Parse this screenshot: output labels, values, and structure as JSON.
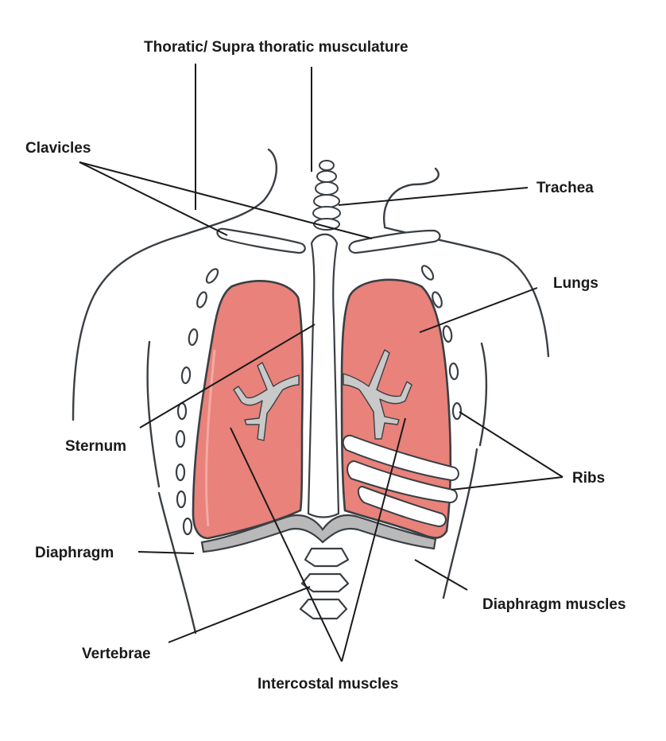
{
  "colors": {
    "lung": "#e8827a",
    "diaphragm": "#b9b9b9",
    "outline": "#3a3f44"
  },
  "labels": {
    "thoratic": "Thoratic/ Supra thoratic musculature",
    "clavicles": "Clavicles",
    "trachea": "Trachea",
    "lungs": "Lungs",
    "sternum": "Sternum",
    "ribs": "Ribs",
    "diaphragm": "Diaphragm",
    "diaphragm_muscles": "Diaphragm muscles",
    "vertebrae": "Vertebrae",
    "intercostal": "Intercostal muscles"
  }
}
